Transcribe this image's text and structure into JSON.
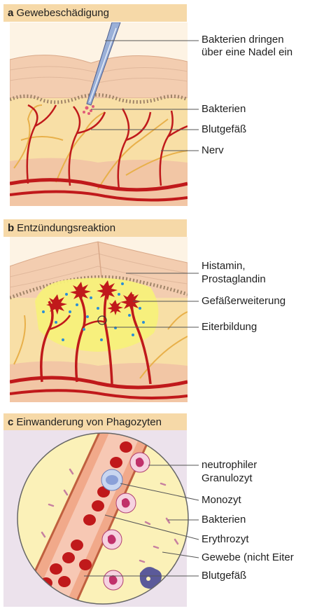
{
  "panels": [
    {
      "letter": "a",
      "title": "Gewebeschädigung",
      "labels": [
        "Bakterien dringen",
        "über eine Nadel ein",
        "Bakterien",
        "Blutgefäß",
        "Nerv"
      ]
    },
    {
      "letter": "b",
      "title": "Entzündungsreaktion",
      "labels": [
        "Histamin,",
        "Prostaglandin",
        "Gefäßerweiterung",
        "Eiterbildung"
      ]
    },
    {
      "letter": "c",
      "title": "Einwanderung von Phagozyten",
      "labels": [
        "neutrophiler",
        "Granulozyt",
        "Monozyt",
        "Bakterien",
        "Erythrozyt",
        "Gewebe (nicht Eiter",
        "Blutgefäß"
      ]
    }
  ],
  "colors": {
    "header_bg": "#f6d9a8",
    "skin": "#f3c9a3",
    "tissue": "#f8e3a8",
    "blood_vessel": "#c0191b",
    "nerve": "#e8b04a",
    "pus": "#f5f07a",
    "bacteria": "#2b8fd6",
    "circle_bg": "#fbf1b8"
  }
}
